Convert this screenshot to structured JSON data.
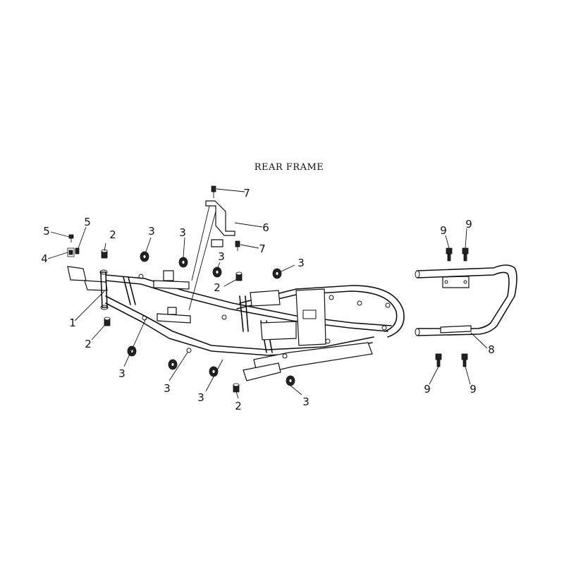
{
  "title": "REAR FRAME",
  "callouts": [
    {
      "id": "c1",
      "label": "1"
    },
    {
      "id": "c2a",
      "label": "2"
    },
    {
      "id": "c2b",
      "label": "2"
    },
    {
      "id": "c2c",
      "label": "2"
    },
    {
      "id": "c2d",
      "label": "2"
    },
    {
      "id": "c3a",
      "label": "3"
    },
    {
      "id": "c3b",
      "label": "3"
    },
    {
      "id": "c3c",
      "label": "3"
    },
    {
      "id": "c3d",
      "label": "3"
    },
    {
      "id": "c3e",
      "label": "3"
    },
    {
      "id": "c3f",
      "label": "3"
    },
    {
      "id": "c3g",
      "label": "3"
    },
    {
      "id": "c3h",
      "label": "3"
    },
    {
      "id": "c4",
      "label": "4"
    },
    {
      "id": "c5a",
      "label": "5"
    },
    {
      "id": "c5b",
      "label": "5"
    },
    {
      "id": "c6",
      "label": "6"
    },
    {
      "id": "c7a",
      "label": "7"
    },
    {
      "id": "c7b",
      "label": "7"
    },
    {
      "id": "c8",
      "label": "8"
    },
    {
      "id": "c9a",
      "label": "9"
    },
    {
      "id": "c9b",
      "label": "9"
    },
    {
      "id": "c9c",
      "label": "9"
    },
    {
      "id": "c9d",
      "label": "9"
    }
  ]
}
